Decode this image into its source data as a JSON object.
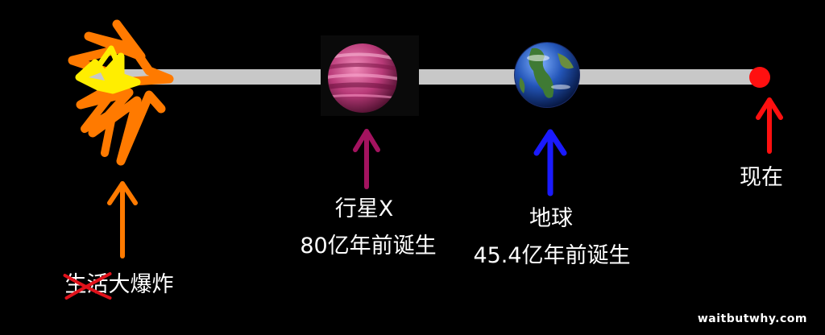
{
  "colors": {
    "background": "#000000",
    "timeline": "#c8c8c8",
    "big_bang_orange": "#ff7a00",
    "big_bang_yellow": "#ffee00",
    "planet_x_arrow": "#a3135f",
    "earth_arrow": "#1a1aff",
    "now_red": "#ff1010",
    "strike_red": "#e0121b",
    "label_text": "#ffffff"
  },
  "big_bang": {
    "icon": "explosion-scribble-icon",
    "struck_text": "生活",
    "label": "大爆炸"
  },
  "planet_x": {
    "icon": "pink-gas-planet-icon",
    "line1": "行星X",
    "line2": "80亿年前诞生"
  },
  "earth": {
    "icon": "earth-globe-icon",
    "line1": "地球",
    "line2": "45.4亿年前诞生"
  },
  "now": {
    "icon": "red-dot-marker-icon",
    "label": "现在"
  },
  "watermark": "waitbutwhy.com"
}
